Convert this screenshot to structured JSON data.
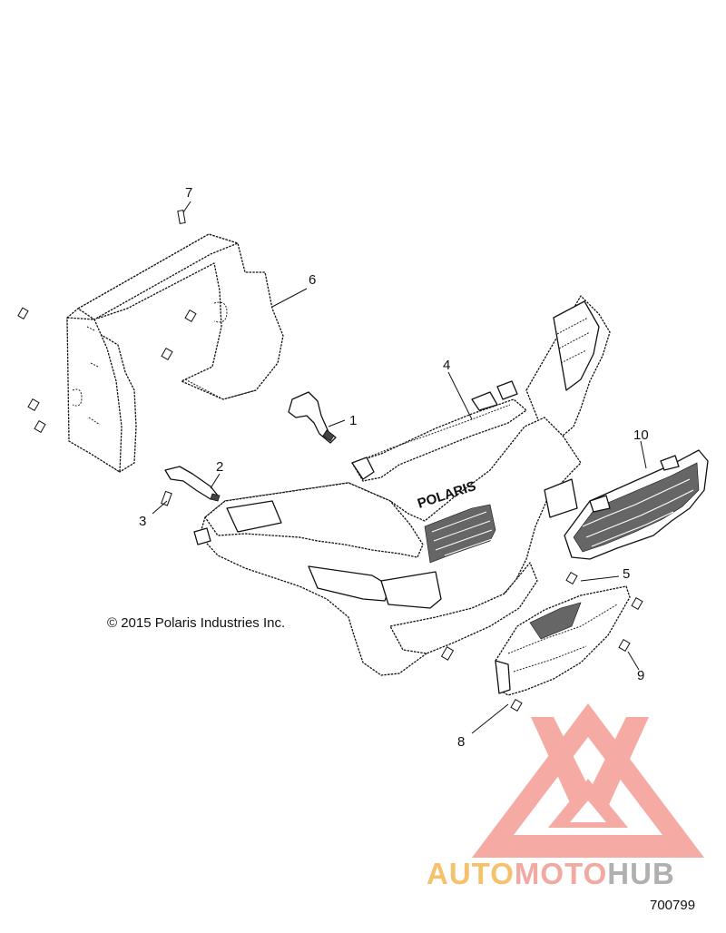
{
  "diagram": {
    "callouts": [
      "1",
      "2",
      "3",
      "4",
      "5",
      "6",
      "7",
      "8",
      "9",
      "10"
    ],
    "copyright": "© 2015 Polaris Industries Inc.",
    "bumper_logo": "POLARIS",
    "figure_number": "700799"
  },
  "watermark": {
    "part_a": "AUTO",
    "part_b": "MOTO",
    "part_c": "HUB",
    "colors": {
      "auto": "#f5c16a",
      "moto": "#f2a9a0",
      "hub": "#b0b0b0",
      "logo": "#f4a39b"
    }
  }
}
